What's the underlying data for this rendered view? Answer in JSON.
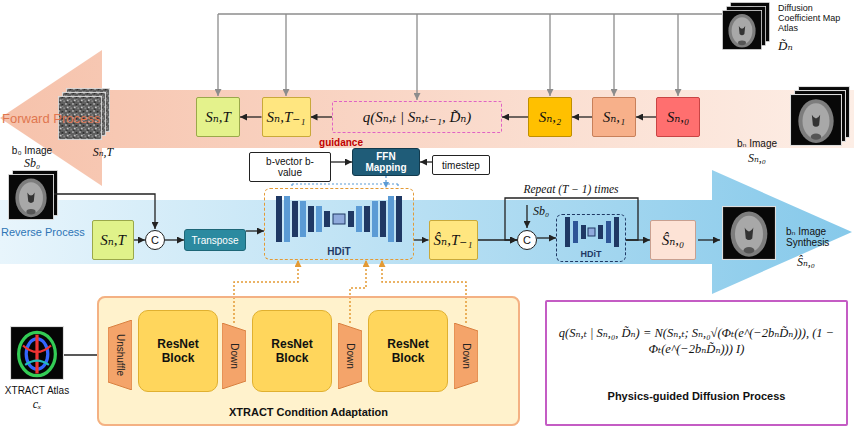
{
  "diagram": {
    "nodes": [
      {
        "text": [
          "Sₙ,T"
        ]
      },
      {
        "text": [
          "Sₙ,T₋₁"
        ]
      },
      {
        "text": [
          "q(Sₙ,ₜ | Sₙ,ₜ₋₁, D̃ₙ)"
        ]
      },
      {
        "text": [
          "Sₙ,₂"
        ]
      },
      {
        "text": [
          "Sₙ,₁"
        ]
      },
      {
        "text": [
          "Sₙ,₀"
        ]
      },
      {
        "text": [
          "b-vector b-value"
        ]
      },
      {
        "text": [
          "FFN Mapping"
        ]
      },
      {
        "text": [
          "timestep"
        ]
      },
      {
        "text": [
          "Sₙ,T"
        ]
      },
      {
        "text": [
          "C"
        ]
      },
      {
        "text": [
          "Transpose"
        ]
      },
      {
        "text": [
          "HDiT"
        ]
      },
      {
        "text": [
          "Ŝₙ,T₋₁"
        ]
      },
      {
        "text": [
          "C"
        ]
      },
      {
        "text": [
          "HDiT"
        ]
      },
      {
        "text": [
          "Ŝₙ,₀"
        ]
      },
      {
        "text": [
          "XTRACT Condition Adaptation"
        ]
      },
      {
        "text": [
          "Unshuffle"
        ],
        "in": 17
      },
      {
        "text": [
          "ResNet Block"
        ],
        "in": 17
      },
      {
        "text": [
          "Down"
        ],
        "in": 17
      },
      {
        "text": [
          "ResNet Block"
        ],
        "in": 17
      },
      {
        "text": [
          "Down"
        ],
        "in": 17
      },
      {
        "text": [
          "ResNet Block"
        ],
        "in": 17
      },
      {
        "text": [
          "Down"
        ],
        "in": 17
      },
      {
        "text": [
          "q(Sₙ,ₜ | Sₙ,₀, D̃ₙ) = N(Sₙ,ₜ; Sₙ,₀√(Φₜ(e^(−2bₙD̃ₙ))), (1 − Φₜ(e^(−2bₙD̃ₙ))) I)",
          "Physics-guided Diffusion Process"
        ]
      }
    ],
    "edges": [
      {
        "from": 5,
        "to": 4,
        "arrow": "to"
      },
      {
        "from": 4,
        "to": 3,
        "arrow": "to"
      },
      {
        "from": 3,
        "to": 2,
        "arrow": "to"
      },
      {
        "from": 2,
        "to": 1,
        "arrow": "to"
      },
      {
        "from": 1,
        "to": 0,
        "arrow": "to"
      },
      {
        "from": 6,
        "to": 7,
        "label": "guidance",
        "arrow": "to"
      },
      {
        "from": 8,
        "to": 7,
        "arrow": "to"
      },
      {
        "from": 7,
        "to": 12,
        "arrow": "to"
      },
      {
        "from": 9,
        "to": 10,
        "arrow": "to"
      },
      {
        "from": 10,
        "to": 11,
        "arrow": "to"
      },
      {
        "from": 11,
        "to": 12,
        "arrow": "to"
      },
      {
        "from": 12,
        "to": 13,
        "arrow": "to"
      },
      {
        "from": 13,
        "to": 14,
        "arrow": "to"
      },
      {
        "from": 14,
        "to": 15,
        "arrow": "to"
      },
      {
        "from": 15,
        "to": 16,
        "arrow": "to"
      },
      {
        "from": 15,
        "to": 14,
        "label": "Repeat (T − 1) times",
        "arrow": "to"
      },
      {
        "from": 20,
        "to": 12,
        "arrow": "to"
      },
      {
        "from": 22,
        "to": 12,
        "arrow": "to"
      },
      {
        "from": 24,
        "to": 12,
        "arrow": "to"
      }
    ],
    "labels": [
      "Diffusion Coefficient Map Atlas",
      "D̃ₙ",
      "Forward Process",
      "Sₙ,T",
      "bₙ Image",
      "Sₙ,₀",
      "b₀ Image",
      "Sb₀",
      "Reverse Process",
      "Sb₀",
      "bₙ Image Synthesis",
      "Ŝₙ,₀",
      "XTRACT Atlas",
      "cₓ"
    ]
  }
}
